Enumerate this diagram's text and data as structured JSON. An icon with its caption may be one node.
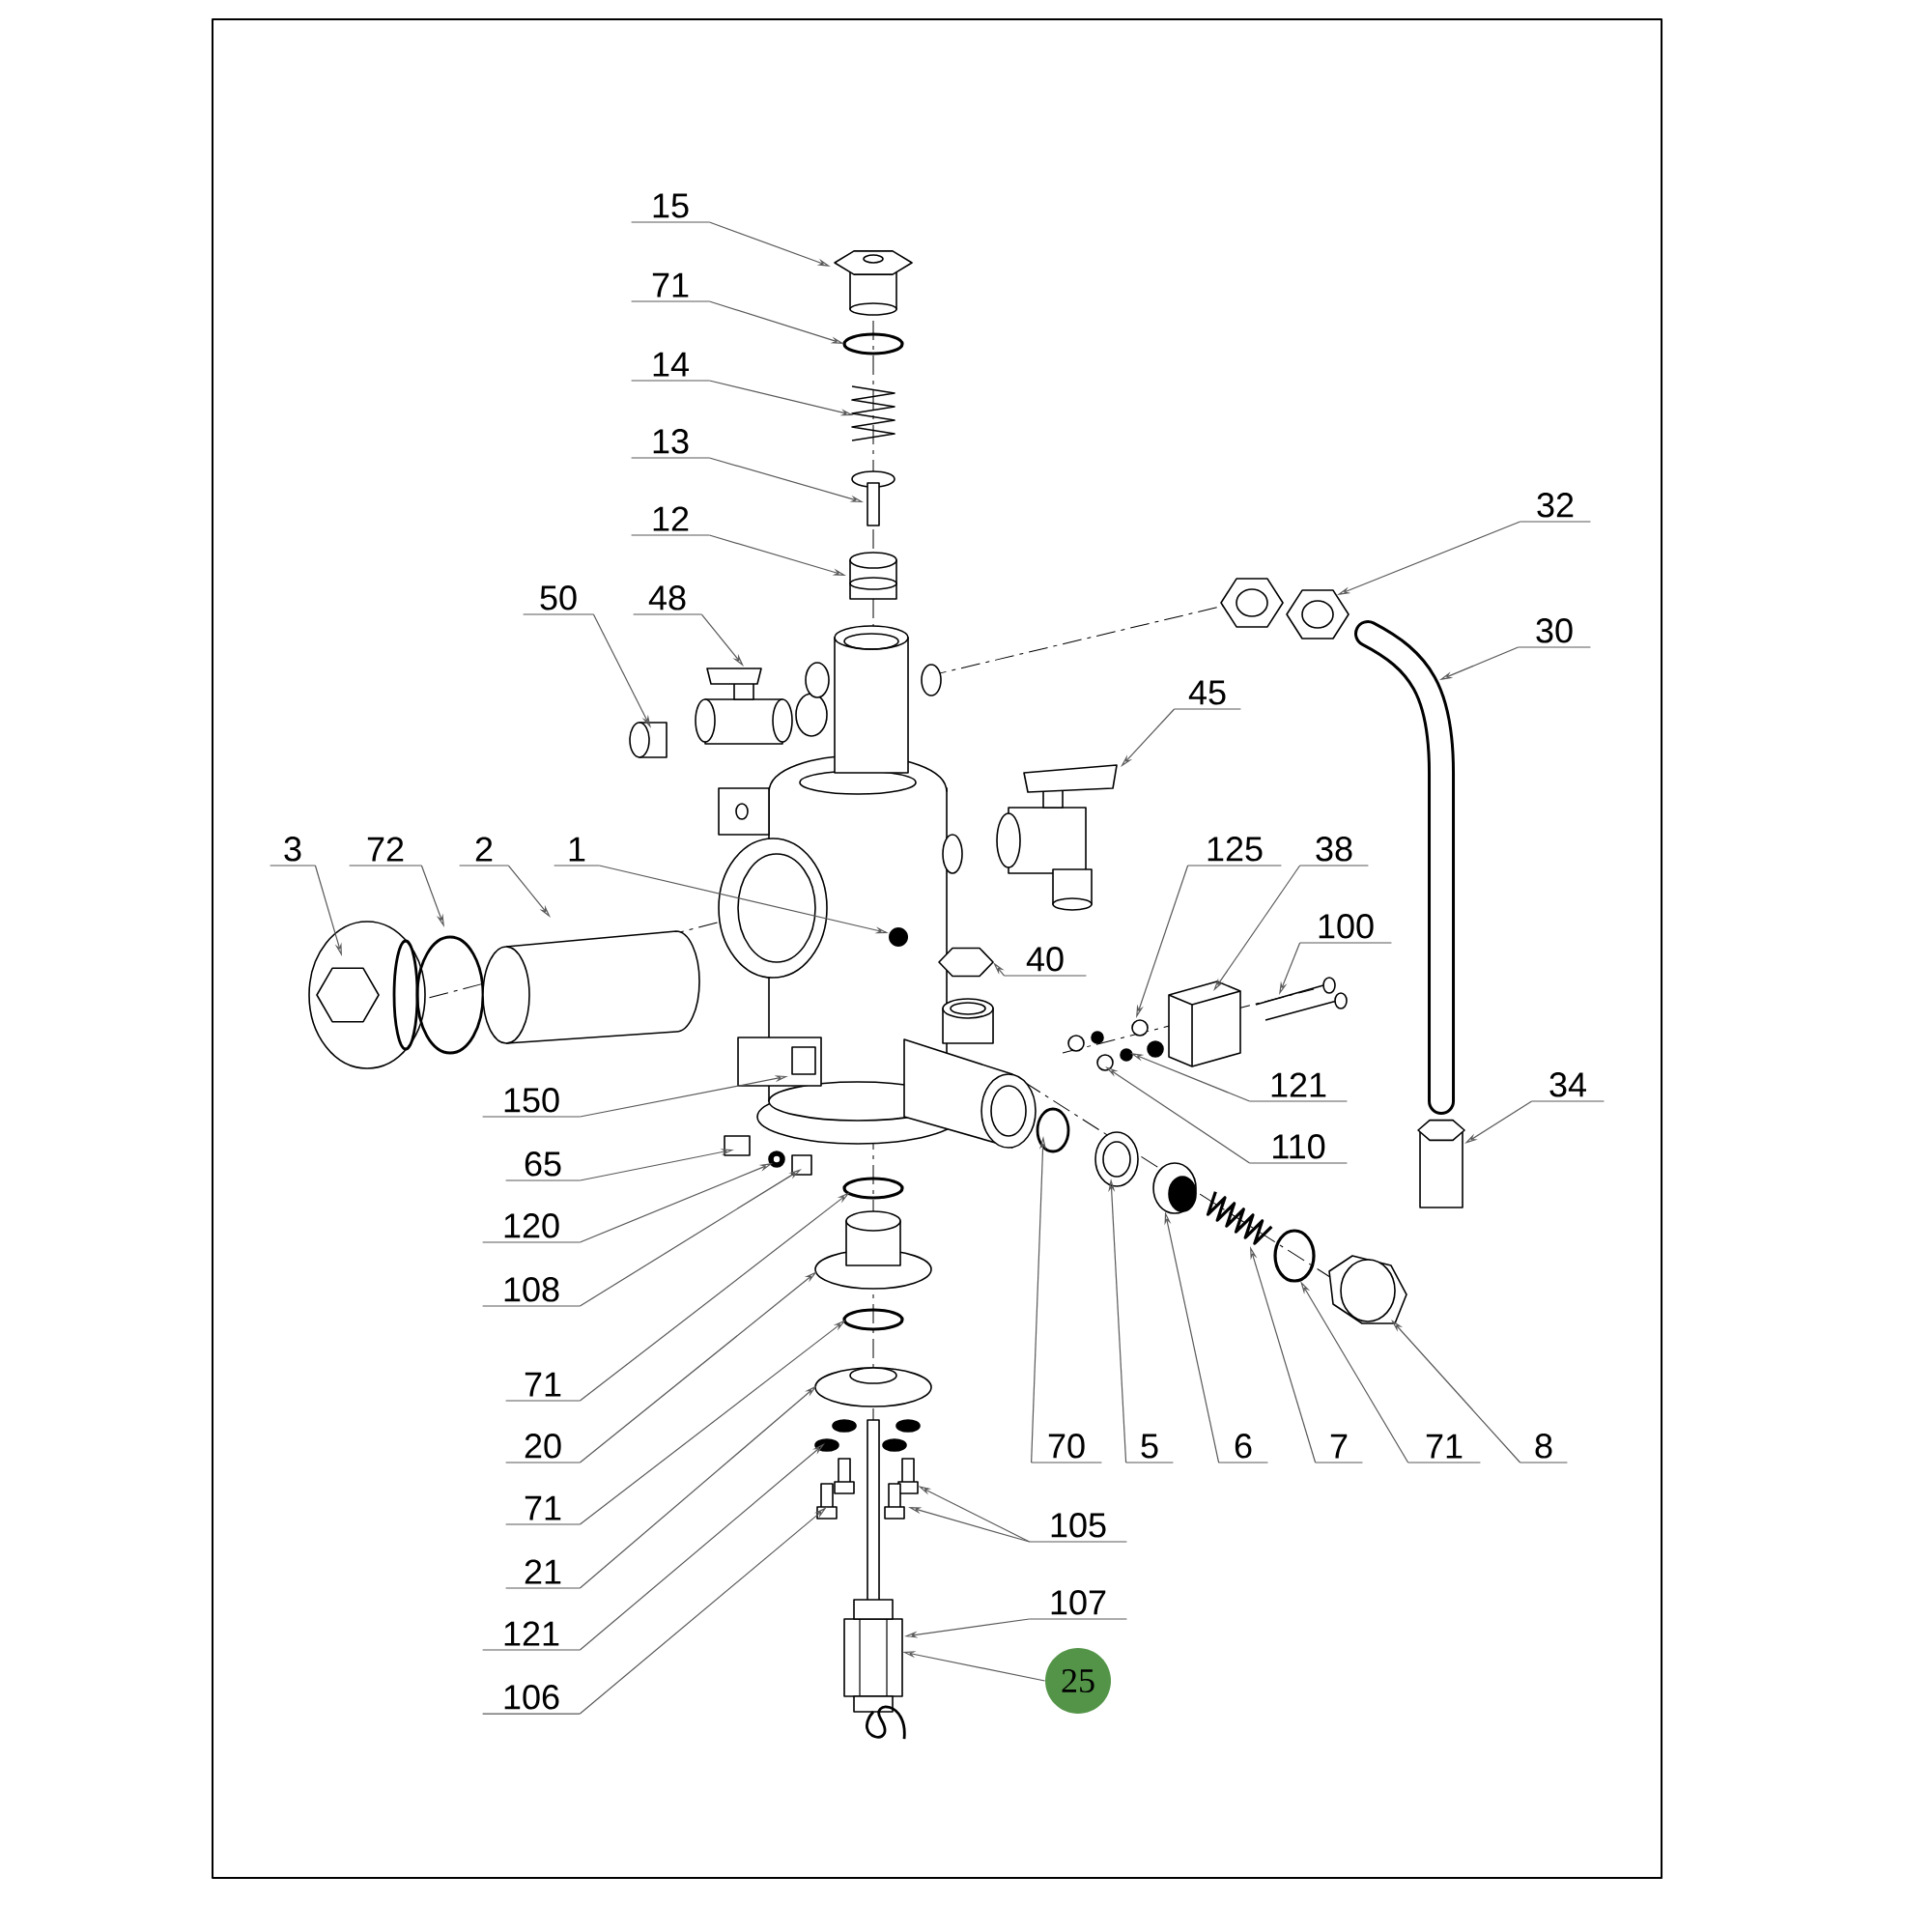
{
  "diagram": {
    "nodes": [
      {
        "text": [
          "15"
        ]
      },
      {
        "text": [
          "71"
        ]
      },
      {
        "text": [
          "14"
        ]
      },
      {
        "text": [
          "13"
        ]
      },
      {
        "text": [
          "12"
        ]
      },
      {
        "text": [
          "50"
        ]
      },
      {
        "text": [
          "48"
        ]
      },
      {
        "text": [
          "3"
        ]
      },
      {
        "text": [
          "72"
        ]
      },
      {
        "text": [
          "2"
        ]
      },
      {
        "text": [
          "1"
        ]
      },
      {
        "text": [
          "32"
        ]
      },
      {
        "text": [
          "30"
        ]
      },
      {
        "text": [
          "45"
        ]
      },
      {
        "text": [
          "40"
        ]
      },
      {
        "text": [
          "125"
        ]
      },
      {
        "text": [
          "38"
        ]
      },
      {
        "text": [
          "100"
        ]
      },
      {
        "text": [
          "121"
        ]
      },
      {
        "text": [
          "110"
        ]
      },
      {
        "text": [
          "34"
        ]
      },
      {
        "text": [
          "150"
        ]
      },
      {
        "text": [
          "65"
        ]
      },
      {
        "text": [
          "120"
        ]
      },
      {
        "text": [
          "108"
        ]
      },
      {
        "text": [
          "71"
        ]
      },
      {
        "text": [
          "20"
        ]
      },
      {
        "text": [
          "71"
        ]
      },
      {
        "text": [
          "21"
        ]
      },
      {
        "text": [
          "121"
        ]
      },
      {
        "text": [
          "106"
        ]
      },
      {
        "text": [
          "105"
        ]
      },
      {
        "text": [
          "107"
        ]
      },
      {
        "text": [
          "25"
        ]
      },
      {
        "text": [
          "70"
        ]
      },
      {
        "text": [
          "5"
        ]
      },
      {
        "text": [
          "6"
        ]
      },
      {
        "text": [
          "7"
        ]
      },
      {
        "text": [
          "71"
        ]
      },
      {
        "text": [
          "8"
        ]
      }
    ],
    "edges": [
      {
        "from": 0,
        "to": null,
        "arrow": "to"
      },
      {
        "from": 1,
        "to": null,
        "arrow": "to"
      },
      {
        "from": 2,
        "to": null,
        "arrow": "to"
      },
      {
        "from": 3,
        "to": null,
        "arrow": "to"
      },
      {
        "from": 4,
        "to": null,
        "arrow": "to"
      },
      {
        "from": 5,
        "to": null,
        "arrow": "to"
      },
      {
        "from": 6,
        "to": null,
        "arrow": "to"
      },
      {
        "from": 7,
        "to": null,
        "arrow": "to"
      },
      {
        "from": 8,
        "to": null,
        "arrow": "to"
      },
      {
        "from": 9,
        "to": null,
        "arrow": "to"
      },
      {
        "from": 10,
        "to": null,
        "arrow": "to"
      },
      {
        "from": 11,
        "to": null,
        "arrow": "to"
      },
      {
        "from": 12,
        "to": null,
        "arrow": "to"
      },
      {
        "from": 13,
        "to": null,
        "arrow": "to"
      },
      {
        "from": 14,
        "to": null,
        "arrow": "to"
      },
      {
        "from": 15,
        "to": null,
        "arrow": "to"
      },
      {
        "from": 16,
        "to": null,
        "arrow": "to"
      },
      {
        "from": 17,
        "to": null,
        "arrow": "to"
      },
      {
        "from": 18,
        "to": null,
        "arrow": "to"
      },
      {
        "from": 19,
        "to": null,
        "arrow": "to"
      },
      {
        "from": 20,
        "to": null,
        "arrow": "to"
      },
      {
        "from": 21,
        "to": null,
        "arrow": "to"
      },
      {
        "from": 22,
        "to": null,
        "arrow": "to"
      },
      {
        "from": 23,
        "to": null,
        "arrow": "to"
      },
      {
        "from": 24,
        "to": null,
        "arrow": "to"
      },
      {
        "from": 25,
        "to": null,
        "arrow": "to"
      },
      {
        "from": 26,
        "to": null,
        "arrow": "to"
      },
      {
        "from": 27,
        "to": null,
        "arrow": "to"
      },
      {
        "from": 28,
        "to": null,
        "arrow": "to"
      },
      {
        "from": 29,
        "to": null,
        "arrow": "to"
      },
      {
        "from": 30,
        "to": null,
        "arrow": "to"
      },
      {
        "from": 31,
        "to": null,
        "arrow": "to"
      },
      {
        "from": 31,
        "to": null,
        "arrow": "to"
      },
      {
        "from": 32,
        "to": null,
        "arrow": "to"
      },
      {
        "from": 33,
        "to": null,
        "arrow": "to"
      },
      {
        "from": 34,
        "to": null,
        "arrow": "to"
      },
      {
        "from": 35,
        "to": null,
        "arrow": "to"
      },
      {
        "from": 36,
        "to": null,
        "arrow": "to"
      },
      {
        "from": 37,
        "to": null,
        "arrow": "to"
      },
      {
        "from": 38,
        "to": null,
        "arrow": "to"
      },
      {
        "from": 39,
        "to": null,
        "arrow": "to"
      }
    ]
  }
}
